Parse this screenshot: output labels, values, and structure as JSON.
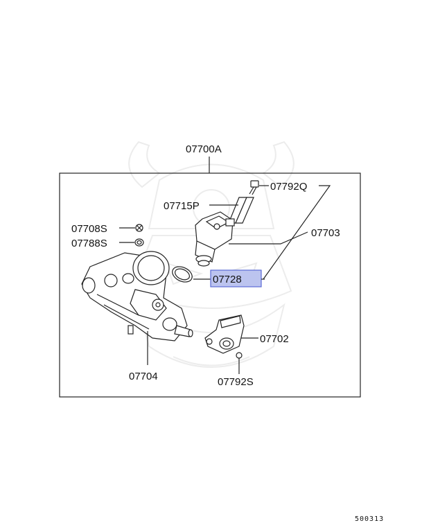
{
  "parts": {
    "assembly": "07700A",
    "screw_top": "07792Q",
    "gasket_top": "07715P",
    "idle_control_valve": "07703",
    "screw_small": "07708S",
    "o_ring_small": "07788S",
    "o_ring": "07728",
    "throttle_sensor": "07702",
    "throttle_body": "07704",
    "screw_sensor": "07792S"
  },
  "highlighted_part": "07728",
  "reference_code": "500313",
  "colors": {
    "highlight_fill": "#bcc4ef",
    "highlight_stroke": "#5b6bd6",
    "line": "#222222",
    "watermark": "#ececec"
  }
}
